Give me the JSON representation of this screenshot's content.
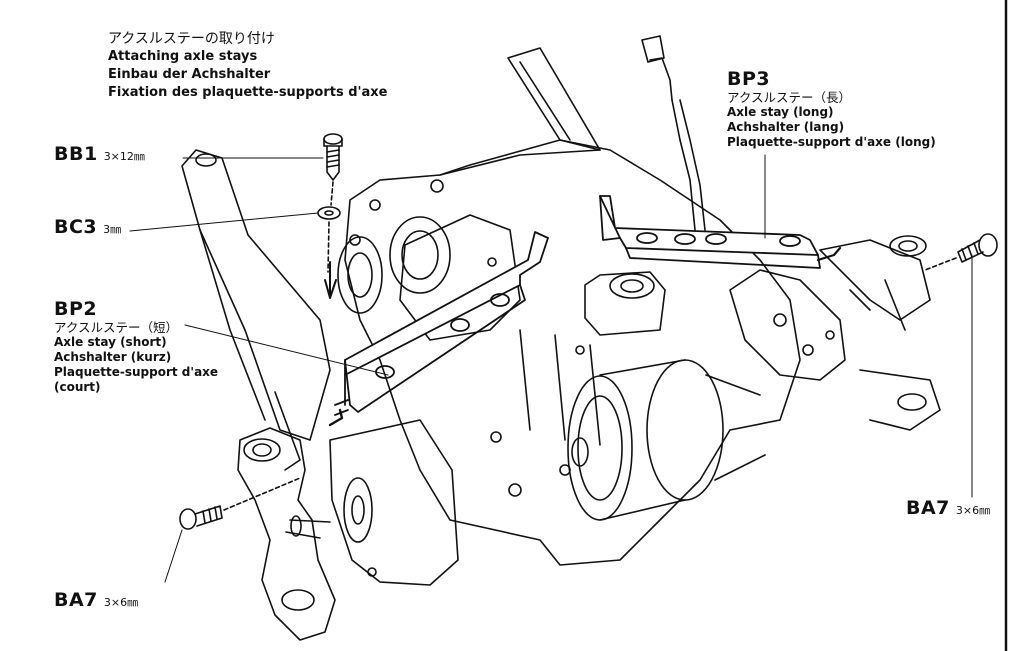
{
  "header": {
    "jp": "アクスルステーの取り付け",
    "en": "Attaching axle stays",
    "de": "Einbau der Achshalter",
    "fr": "Fixation des plaquette-supports d'axe"
  },
  "parts": {
    "bb1": {
      "code": "BB1",
      "size": "3×12㎜"
    },
    "bc3": {
      "code": "BC3",
      "size": "3㎜"
    },
    "bp2": {
      "code": "BP2",
      "jp": "アクスルステー（短）",
      "en": "Axle stay (short)",
      "de": "Achshalter (kurz)",
      "fr1": "Plaquette-support d'axe",
      "fr2": "(court)"
    },
    "bp3": {
      "code": "BP3",
      "jp": "アクスルステー（長）",
      "en": "Axle stay (long)",
      "de": "Achshalter (lang)",
      "fr": "Plaquette-support d'axe (long)"
    },
    "ba7_left": {
      "code": "BA7",
      "size": "3×6㎜"
    },
    "ba7_right": {
      "code": "BA7",
      "size": "3×6㎜"
    }
  }
}
